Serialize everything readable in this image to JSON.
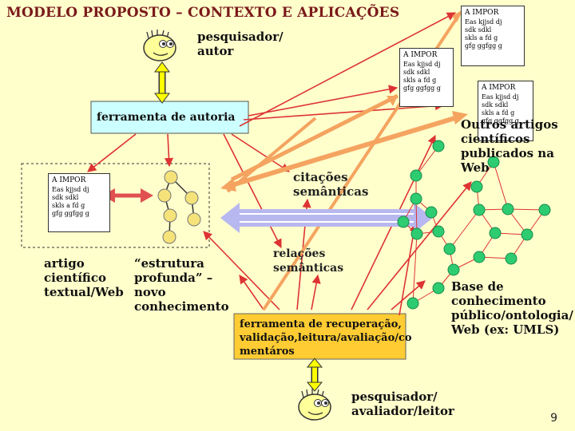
{
  "title": "MODELO PROPOSTO – CONTEXTO E APLICAÇÕES",
  "labels": {
    "pesquisador_autor": "pesquisador/\nautor",
    "ferramenta_autoria": "ferramenta de autoria",
    "citacoes": "citações\nsemânticas",
    "relacoes": "relações\nsemânticas",
    "outros_artigos": "Outros artigos\ncientíficos\npublicados na\nWeb",
    "artigo": "artigo\ncientífico\ntextual/Web",
    "estrutura": "“estrutura\nprofunda” –\nnovo\nconhecimento",
    "base": "Base de\nconhecimento\npúblico/ontologia/\nWeb (ex: UMLS)",
    "ferramenta_recuperacao": "ferramenta de recuperação,\nvalidação,leitura/avaliação/co\nmentáros",
    "pesquisador_avaliador": "pesquisador/\navaliador/leitor"
  },
  "mini_docs": [
    {
      "heading": "A IMPOR",
      "lines": [
        "Eas  kjjsd dj",
        "sdk sdkl",
        "skls a fd g",
        "gfg ggfgg g"
      ]
    },
    {
      "heading": "A IMPOR",
      "lines": [
        "Eas  kjjsd dj",
        "sdk sdkl",
        "skls a fd g",
        "gfg ggfgg g"
      ]
    },
    {
      "heading": "A IMPOR",
      "lines": [
        "Eas  kjjsd dj",
        "sdk sdkl",
        "skls a fd g",
        "gfg ggfgg g"
      ]
    },
    {
      "heading": "A IMPOR",
      "lines": [
        "Eas  kjjsd dj",
        "sdk sdkl",
        "skls a fd g",
        "gfg ggfgg g"
      ]
    }
  ],
  "page_number": "9",
  "colors": {
    "background": "#ffffcc",
    "title": "#7a1a1a",
    "arrow_red": "#dd3333",
    "arrow_orange": "#f4a460",
    "arrow_lavender": "#b8b8f0",
    "node_green": "#2ecc71",
    "node_yellow": "#f5e37a",
    "box_cyan": "#ccffff",
    "box_orange": "#ffcc33",
    "connector_yellow": "#ffff00"
  }
}
